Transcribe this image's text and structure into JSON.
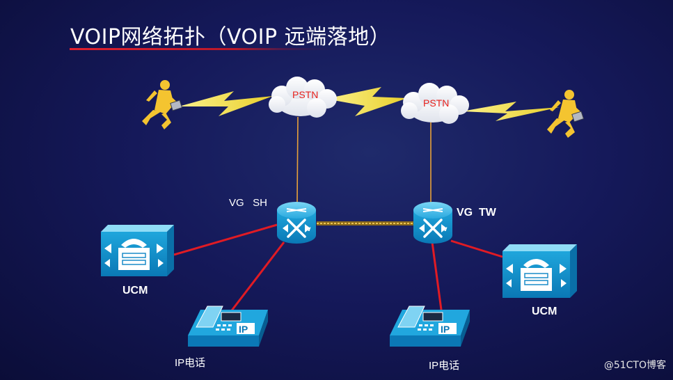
{
  "title": "VOIP网络拓扑（VOIP 远端落地）",
  "clouds": {
    "left": "PSTN",
    "right": "PSTN"
  },
  "routers": {
    "left": "VG   SH",
    "right": "VG  TW"
  },
  "ucm": {
    "left": "UCM",
    "right": "UCM"
  },
  "phones": {
    "left": "IP电话",
    "right": "IP电话"
  },
  "watermark": "@51CTO博客",
  "colors": {
    "background": "#15195a",
    "title_underline": "#d21a2a",
    "lightning": "#f4e45c",
    "orange_link": "#e8a13a",
    "red_link": "#e01b24",
    "trunk_link": "#c9a238",
    "device_blue": "#1ba4d8",
    "cloud_label": "#e8231d",
    "person": "#f4c430"
  },
  "icons": [
    "person-with-briefcase-icon",
    "cloud-icon",
    "voice-gateway-router-icon",
    "call-manager-icon",
    "ip-phone-icon",
    "lightning-icon"
  ]
}
